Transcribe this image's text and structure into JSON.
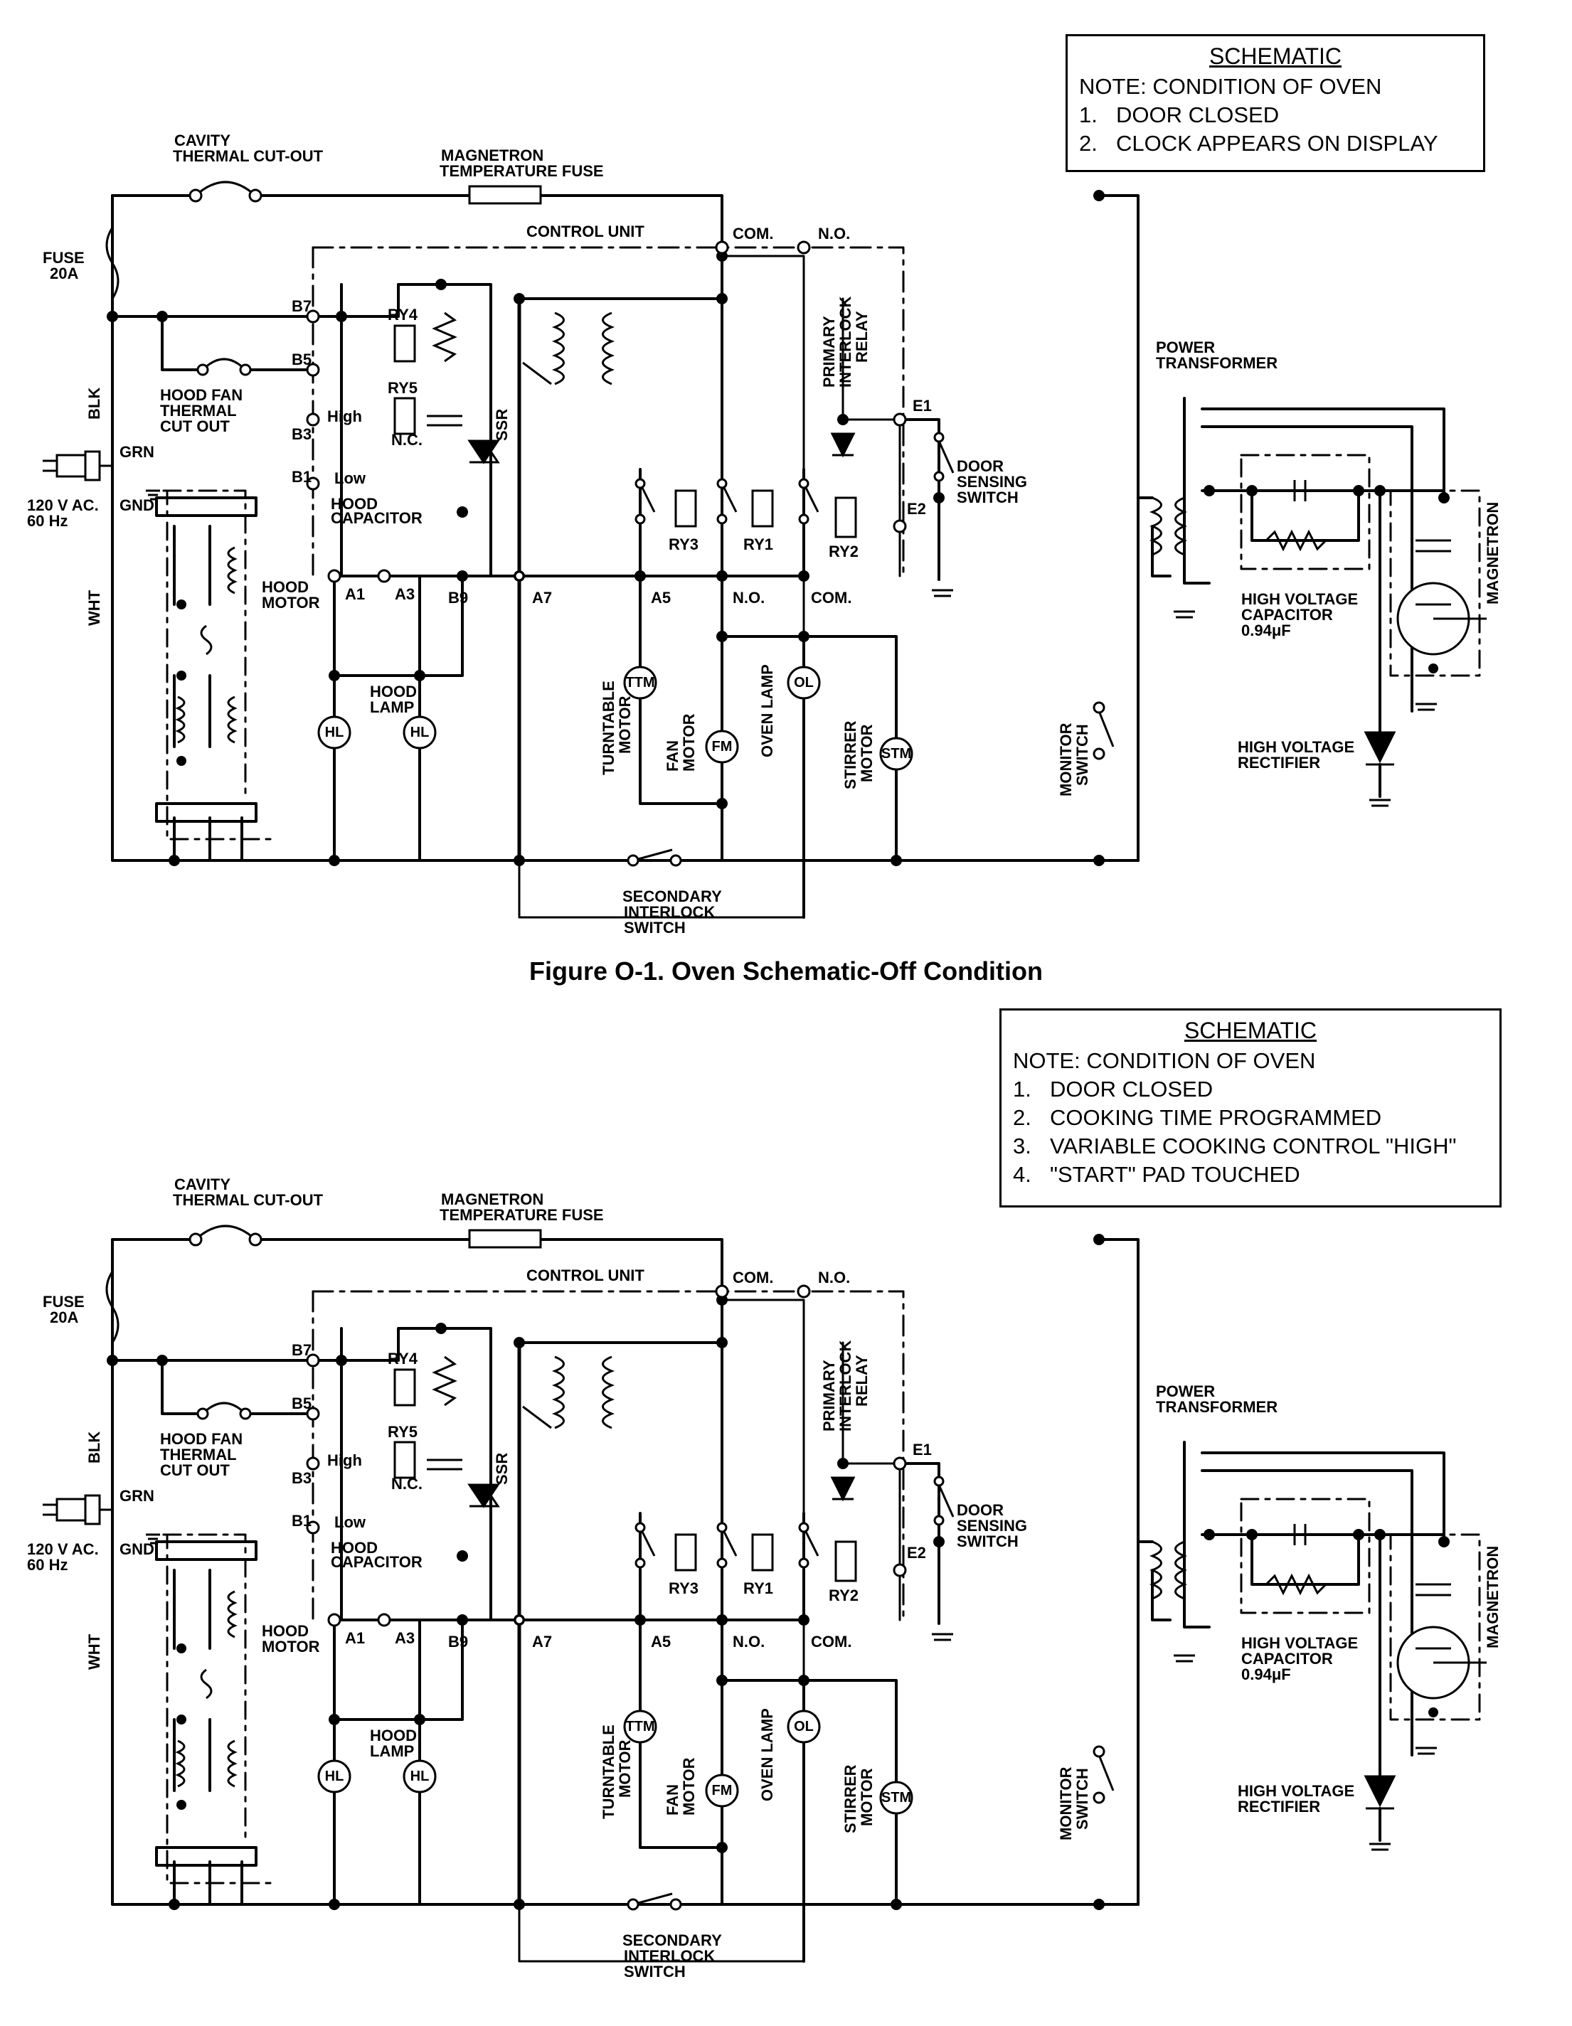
{
  "caption": "Figure O-1. Oven Schematic-Off Condition",
  "top_note": {
    "title": "SCHEMATIC",
    "heading": "NOTE: CONDITION OF OVEN",
    "items": [
      {
        "num": "1.",
        "text": "DOOR CLOSED"
      },
      {
        "num": "2.",
        "text": "CLOCK APPEARS ON DISPLAY"
      }
    ]
  },
  "bottom_note": {
    "title": "SCHEMATIC",
    "heading": "NOTE: CONDITION OF OVEN",
    "items": [
      {
        "num": "1.",
        "text": "DOOR CLOSED"
      },
      {
        "num": "2.",
        "text": "COOKING TIME PROGRAMMED"
      },
      {
        "num": "3.",
        "text": "VARIABLE COOKING CONTROL \"HIGH\""
      },
      {
        "num": "4.",
        "text": "\"START\" PAD TOUCHED"
      }
    ]
  },
  "labels": {
    "cavity": "CAVITY",
    "thermal_cutout": "THERMAL CUT-OUT",
    "magnetron_fuse_1": "MAGNETRON",
    "magnetron_fuse_2": "TEMPERATURE FUSE",
    "control_unit": "CONTROL UNIT",
    "com": "COM.",
    "no": "N.O.",
    "fuse": "FUSE",
    "fuse_rating": "20A",
    "blk": "BLK",
    "wht": "WHT",
    "grn": "GRN",
    "gnd": "GND",
    "supply_1": "120 V AC.",
    "supply_2": "60 Hz",
    "b7": "B7",
    "b5": "B5",
    "b3": "B3",
    "b1": "B1",
    "b9": "B9",
    "a1": "A1",
    "a3": "A3",
    "a5": "A5",
    "a7": "A7",
    "e1": "E1",
    "e2": "E2",
    "ry1": "RY1",
    "ry2": "RY2",
    "ry3": "RY3",
    "ry4": "RY4",
    "ry5": "RY5",
    "high": "High",
    "low": "Low",
    "nc": "N.C.",
    "ssr": "SSR",
    "hood_fan_1": "HOOD FAN",
    "hood_fan_2": "THERMAL",
    "hood_fan_3": "CUT OUT",
    "hood_cap_1": "HOOD",
    "hood_cap_2": "CAPACITOR",
    "hood_motor_1": "HOOD",
    "hood_motor_2": "MOTOR",
    "hood_lamp_1": "HOOD",
    "hood_lamp_2": "LAMP",
    "hl": "HL",
    "ttm": "TTM",
    "fm": "FM",
    "ol": "OL",
    "stm": "STM",
    "turntable_1": "TURNTABLE",
    "turntable_2": "MOTOR",
    "fan_1": "FAN",
    "fan_2": "MOTOR",
    "oven_lamp": "OVEN LAMP",
    "stirrer_1": "STIRRER",
    "stirrer_2": "MOTOR",
    "primary_1": "PRIMARY",
    "primary_2": "INTERLOCK",
    "primary_3": "RELAY",
    "door_1": "DOOR",
    "door_2": "SENSING",
    "door_3": "SWITCH",
    "secondary_1": "SECONDARY",
    "secondary_2": "INTERLOCK",
    "secondary_3": "SWITCH",
    "monitor_1": "MONITOR",
    "monitor_2": "SWITCH",
    "power_1": "POWER",
    "power_2": "TRANSFORMER",
    "hv_cap_1": "HIGH VOLTAGE",
    "hv_cap_2": "CAPACITOR",
    "hv_cap_3": "0.94μF",
    "hv_rect_1": "HIGH VOLTAGE",
    "hv_rect_2": "RECTIFIER",
    "magnetron": "MAGNETRON"
  }
}
